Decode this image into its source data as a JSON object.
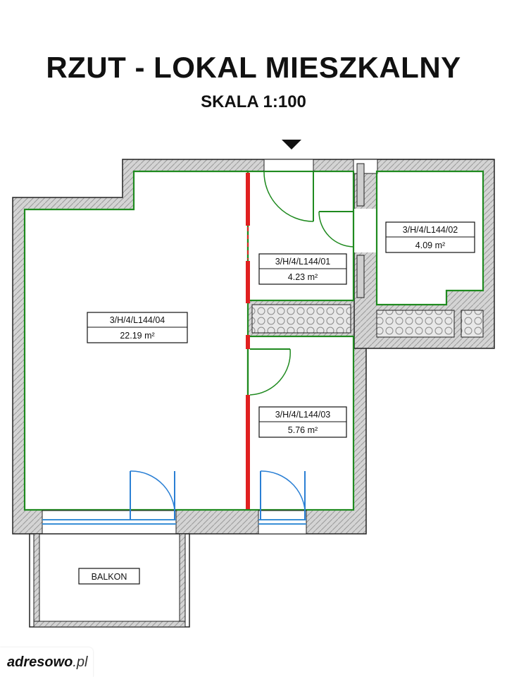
{
  "header": {
    "title": "RZUT - LOKAL MIESZKALNY",
    "scale": "SKALA 1:100"
  },
  "rooms": [
    {
      "id": "living-room",
      "code": "3/H/4/L144/04",
      "area": "22.19 m²"
    },
    {
      "id": "hall",
      "code": "3/H/4/L144/01",
      "area": "4.23 m²"
    },
    {
      "id": "bathroom",
      "code": "3/H/4/L144/02",
      "area": "4.09 m²"
    },
    {
      "id": "bedroom",
      "code": "3/H/4/L144/03",
      "area": "5.76 m²"
    }
  ],
  "balcony": {
    "label": "BALKON"
  },
  "watermark": {
    "brand": "adresowo",
    "tld": ".pl"
  },
  "colors": {
    "room_outline": "#1f8a1f",
    "partition": "#e02020",
    "window": "#3a8fd6",
    "door_main": "#1f8a1f",
    "door_balcony": "#2a7fd4",
    "wall_fill": "#d9d9d9",
    "wall_stroke": "#222222"
  }
}
